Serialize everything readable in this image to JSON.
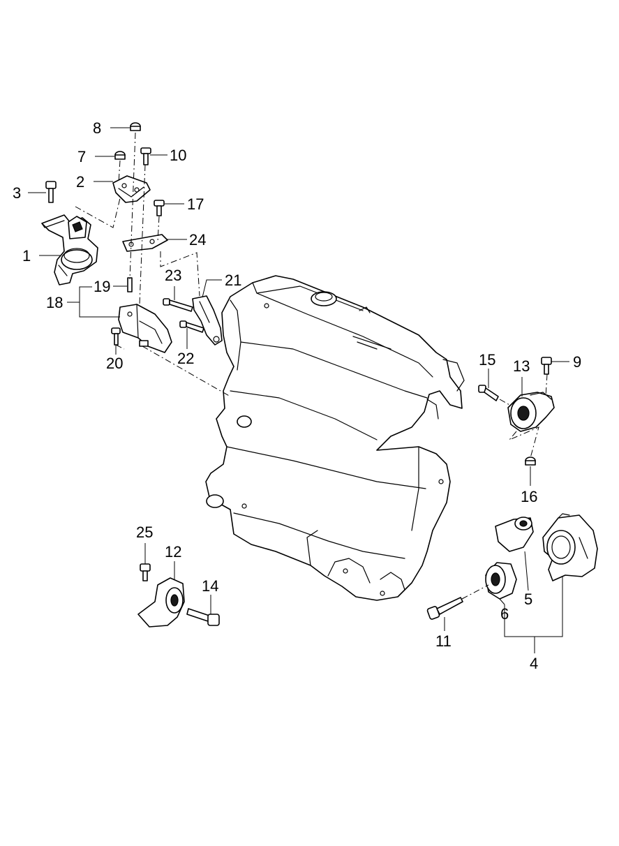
{
  "callouts": {
    "c1": "1",
    "c2": "2",
    "c3": "3",
    "c4": "4",
    "c5": "5",
    "c6": "6",
    "c7": "7",
    "c8": "8",
    "c9": "9",
    "c10": "10",
    "c11": "11",
    "c12": "12",
    "c13": "13",
    "c14": "14",
    "c15": "15",
    "c16": "16",
    "c17": "17",
    "c18": "18",
    "c19": "19",
    "c20": "20",
    "c21": "21",
    "c22": "22",
    "c23": "23",
    "c24": "24",
    "c25": "25"
  },
  "parts": [
    {
      "callout": "1",
      "icon": "engine-mount-upper-icon"
    },
    {
      "callout": "2",
      "icon": "mount-bracket-icon"
    },
    {
      "callout": "3",
      "icon": "bolt-icon"
    },
    {
      "callout": "4",
      "icon": "transaxle-mount-assembly-icon"
    },
    {
      "callout": "5",
      "icon": "mount-insulator-icon"
    },
    {
      "callout": "6",
      "icon": "bushing-icon"
    },
    {
      "callout": "7",
      "icon": "nut-icon"
    },
    {
      "callout": "8",
      "icon": "nut-icon"
    },
    {
      "callout": "9",
      "icon": "bolt-icon"
    },
    {
      "callout": "10",
      "icon": "bolt-icon"
    },
    {
      "callout": "11",
      "icon": "long-bolt-icon"
    },
    {
      "callout": "12",
      "icon": "roll-stopper-front-icon"
    },
    {
      "callout": "13",
      "icon": "roll-stopper-rear-icon"
    },
    {
      "callout": "14",
      "icon": "long-bolt-icon"
    },
    {
      "callout": "15",
      "icon": "long-bolt-icon"
    },
    {
      "callout": "16",
      "icon": "nut-icon"
    },
    {
      "callout": "17",
      "icon": "bolt-icon"
    },
    {
      "callout": "18",
      "icon": "bracket-assembly-icon"
    },
    {
      "callout": "19",
      "icon": "stud-icon"
    },
    {
      "callout": "20",
      "icon": "bolt-icon"
    },
    {
      "callout": "21",
      "icon": "support-bracket-icon"
    },
    {
      "callout": "22",
      "icon": "bolt-icon"
    },
    {
      "callout": "23",
      "icon": "long-bolt-icon"
    },
    {
      "callout": "24",
      "icon": "stay-plate-icon"
    },
    {
      "callout": "25",
      "icon": "bolt-icon"
    }
  ]
}
